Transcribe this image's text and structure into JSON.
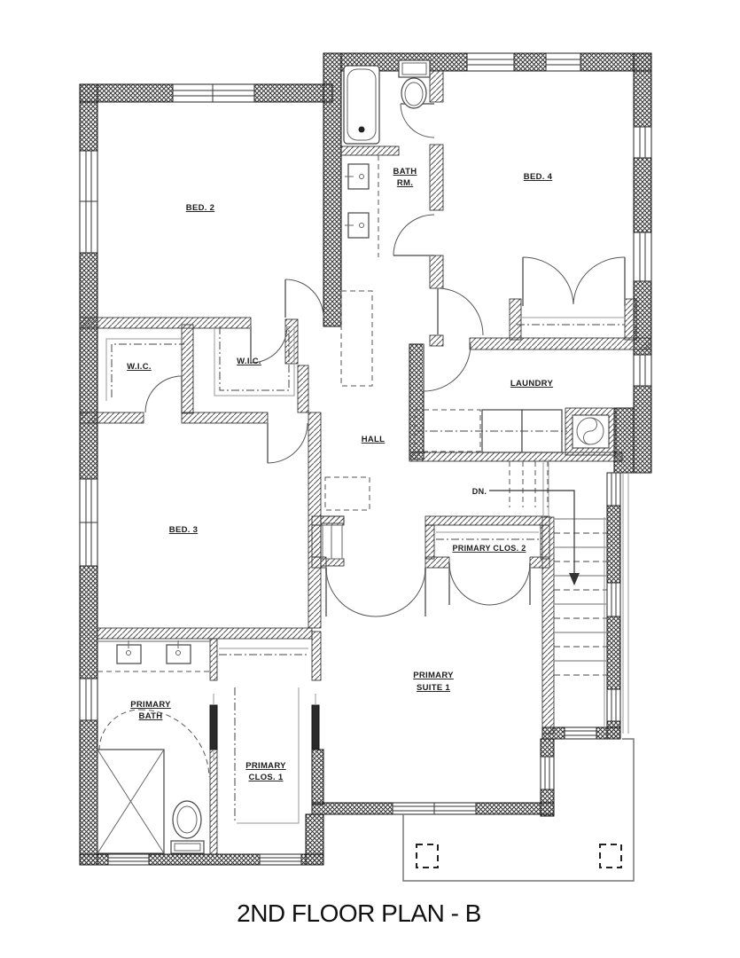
{
  "drawing": {
    "title": "2ND FLOOR PLAN - B",
    "type": "architectural-floor-plan",
    "floor": "2nd floor",
    "option": "B"
  },
  "rooms": {
    "bed2": "BED. 2",
    "bed3": "BED. 3",
    "bed4": "BED. 4",
    "bath_line1": "BATH",
    "bath_line2": "RM.",
    "wic_left": "W.I.C.",
    "wic_right": "W.I.C.",
    "laundry": "LAUNDRY",
    "hall": "HALL",
    "primary_clos_2": "PRIMARY CLOS. 2",
    "primary_suite_line1": "PRIMARY",
    "primary_suite_line2": "SUITE 1",
    "primary_bath_line1": "PRIMARY",
    "primary_bath_line2": "BATH",
    "primary_clos_1_line1": "PRIMARY",
    "primary_clos_1_line2": "CLOS. 1"
  },
  "annotations": {
    "stairs_down": "DN."
  },
  "fixtures": [
    "bathtub",
    "toilet",
    "sink-vanity",
    "shower",
    "washer",
    "dryer",
    "hvac-fan",
    "stairs",
    "closet-rod",
    "deck-posts"
  ],
  "colors": {
    "ink": "#1a1a1a",
    "background": "#ffffff"
  }
}
